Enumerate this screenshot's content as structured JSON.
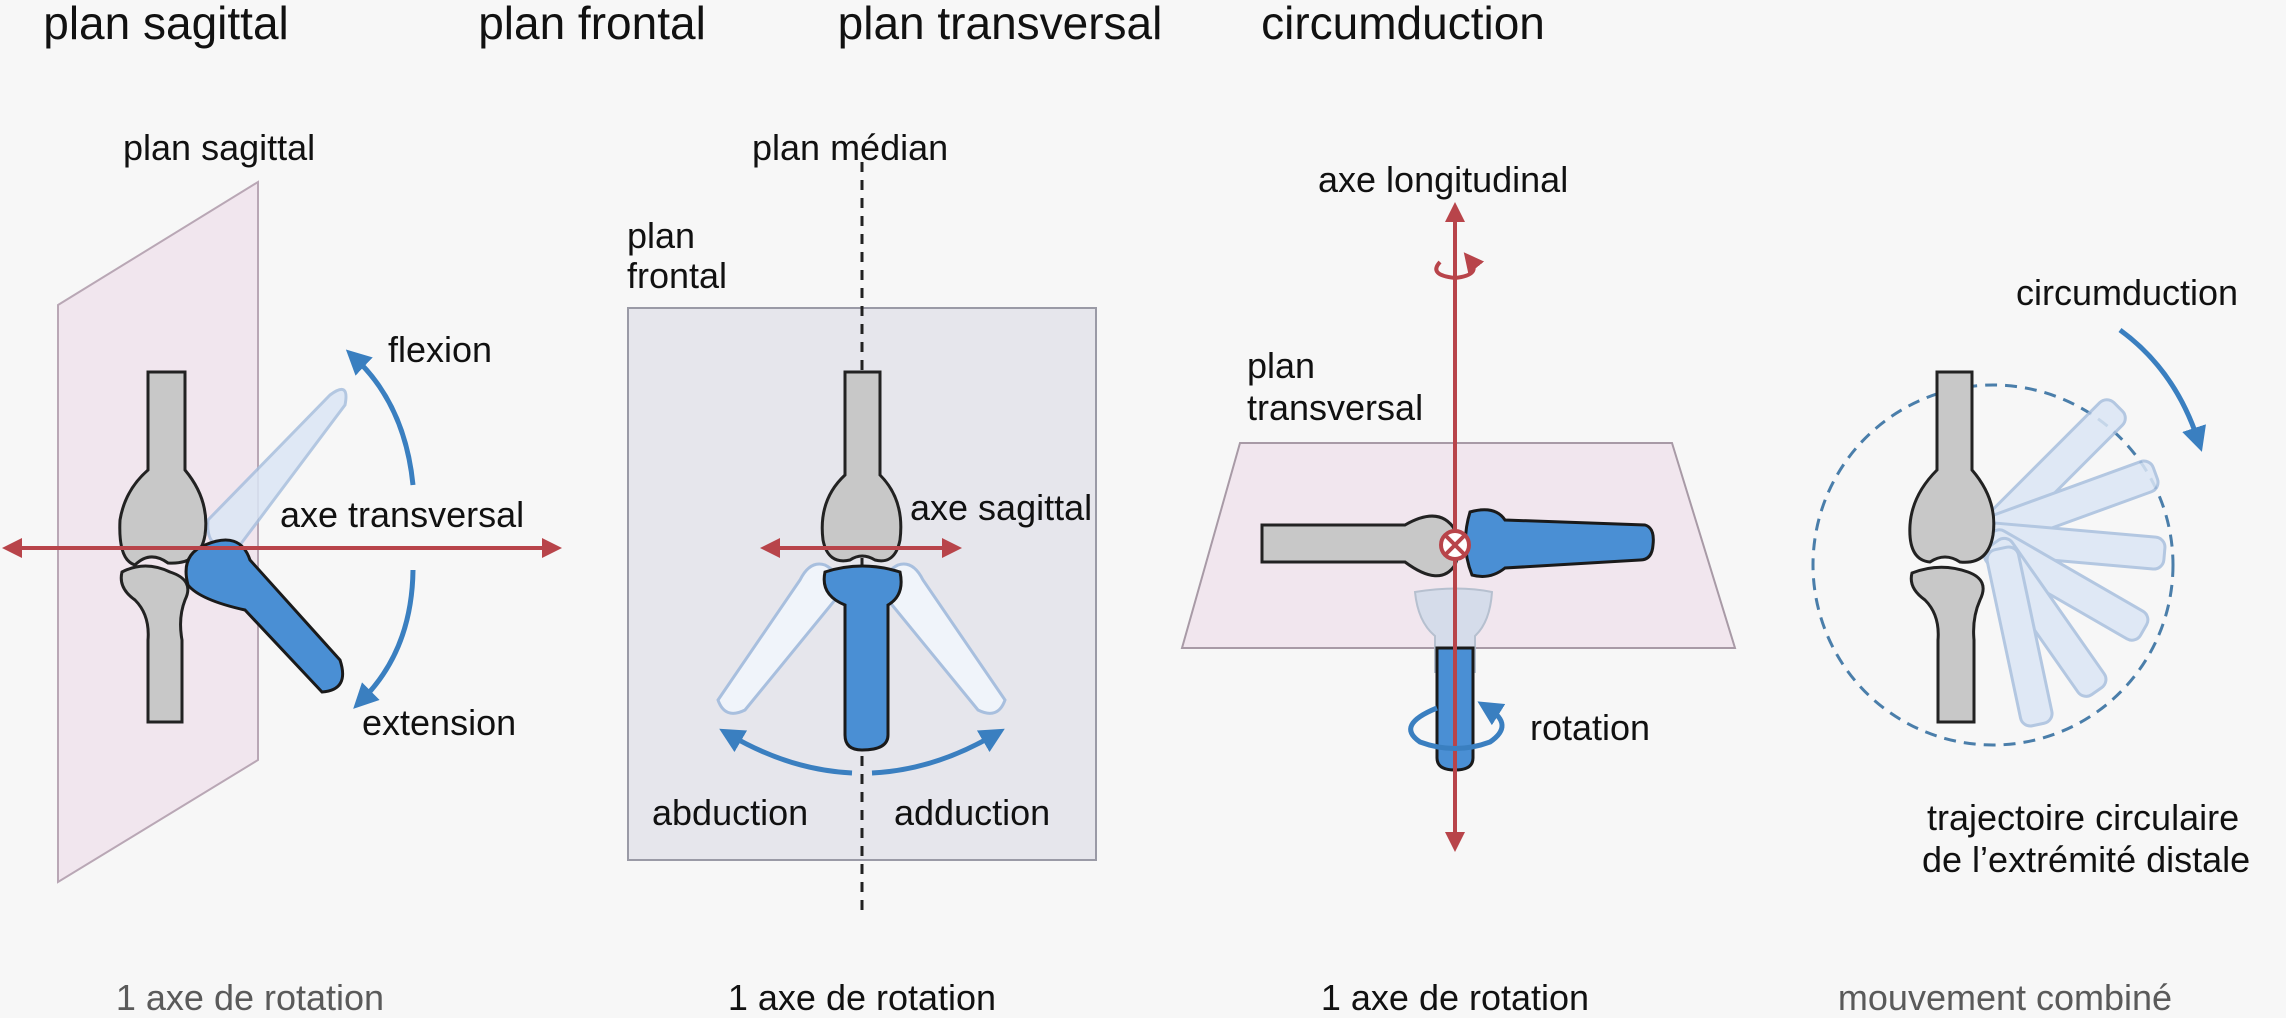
{
  "panels": [
    {
      "title": "plan sagittal",
      "plane_label": "plan sagittal",
      "axis_label": "axe transversal",
      "movement_up": "flexion",
      "movement_down": "extension",
      "footer": "1 axe de rotation"
    },
    {
      "title": "plan frontal",
      "median_label": "plan médian",
      "plane_label_line1": "plan",
      "plane_label_line2": "frontal",
      "axis_label": "axe sagittal",
      "movement_left": "abduction",
      "movement_right": "adduction",
      "footer": "1 axe de rotation"
    },
    {
      "title": "plan transversal",
      "axis_label": "axe longitudinal",
      "plane_label_line1": "plan",
      "plane_label_line2": "transversal",
      "movement": "rotation",
      "footer": "1 axe de rotation"
    },
    {
      "title": "circumduction",
      "movement": "circumduction",
      "trajectory_line1": "trajectoire circulaire",
      "trajectory_line2": "de l’extrémité distale",
      "footer": "mouvement combiné"
    }
  ],
  "colors": {
    "bone_gray": "#c8c8c8",
    "bone_blue": "#4a8fd4",
    "bone_ghost": "#dbe6f5",
    "axis_red": "#b8444a",
    "arrow_blue": "#3a7fc0",
    "plane_pink": "#f1e6ee",
    "plane_gray": "#e6e6ec"
  }
}
